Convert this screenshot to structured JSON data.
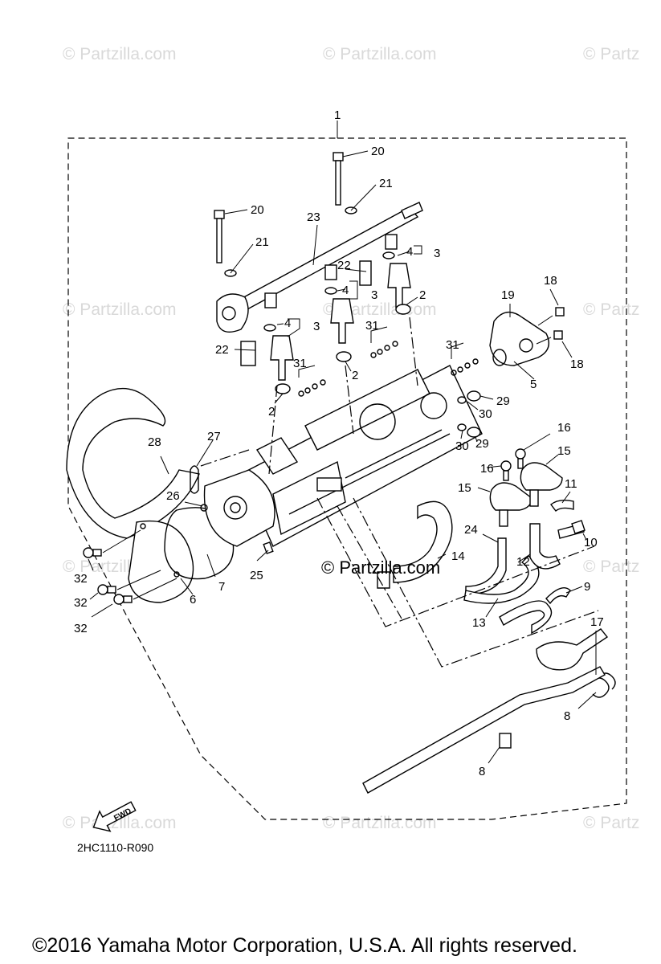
{
  "watermarks": {
    "text": "© Partzilla.com",
    "partial": "© Partz",
    "center": "© Partzilla.com"
  },
  "diagram": {
    "reference_code": "2HC1110-R090",
    "fwd_label": "FWD",
    "copyright": "©2016 Yamaha Motor Corporation, U.S.A. All rights reserved.",
    "callouts": {
      "c1": "1",
      "c2a": "2",
      "c2b": "2",
      "c2c": "2",
      "c3a": "3",
      "c3b": "3",
      "c3c": "3",
      "c4a": "4",
      "c4b": "4",
      "c4c": "4",
      "c5": "5",
      "c6": "6",
      "c7": "7",
      "c8a": "8",
      "c8b": "8",
      "c9": "9",
      "c10": "10",
      "c11": "11",
      "c12": "12",
      "c13": "13",
      "c14": "14",
      "c15a": "15",
      "c15b": "15",
      "c16a": "16",
      "c16b": "16",
      "c17": "17",
      "c18a": "18",
      "c18b": "18",
      "c19": "19",
      "c20a": "20",
      "c20b": "20",
      "c21a": "21",
      "c21b": "21",
      "c22a": "22",
      "c22b": "22",
      "c23": "23",
      "c24": "24",
      "c25": "25",
      "c26": "26",
      "c27": "27",
      "c28": "28",
      "c29a": "29",
      "c29b": "29",
      "c30a": "30",
      "c30b": "30",
      "c31a": "31",
      "c31b": "31",
      "c31c": "31",
      "c32a": "32",
      "c32b": "32",
      "c32c": "32"
    }
  }
}
